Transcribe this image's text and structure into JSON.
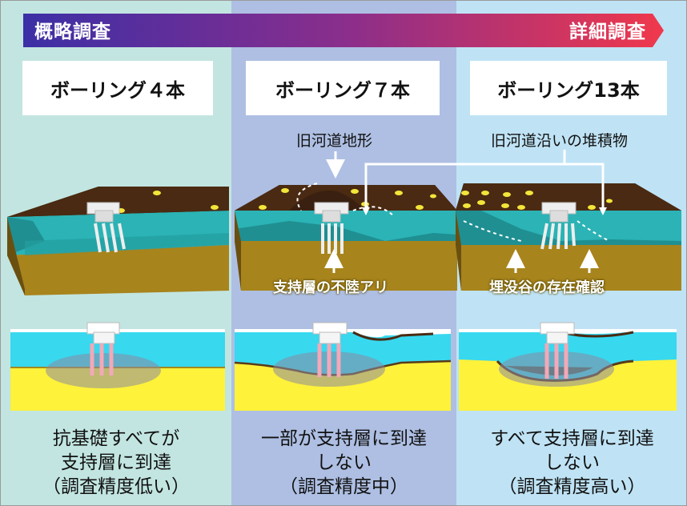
{
  "header": {
    "left_label": "概略調査",
    "right_label": "詳細調査",
    "gradient_start": "#3c2fa6",
    "gradient_end": "#f0384c"
  },
  "columns": [
    {
      "boring_label": "ボーリング４本",
      "caption_lines": [
        "抗基礎すべてが",
        "支持層に到達",
        "（調査精度低い）"
      ],
      "background": "#c2e5e1"
    },
    {
      "boring_label": "ボーリング７本",
      "top_annotation": "旧河道地形",
      "bottom_annotation": "支持層の不陸アリ",
      "caption_lines": [
        "一部が支持層に到達",
        "しない",
        "（調査精度中）"
      ],
      "background": "#aebfe3"
    },
    {
      "boring_label": "ボーリング13本",
      "top_annotation": "旧河道沿いの堆積物",
      "bottom_annotation": "埋没谷の存在確認",
      "caption_lines": [
        "すべて支持層に到達",
        "しない",
        "（調査精度高い）"
      ],
      "background": "#bfe3f5"
    }
  ],
  "colors": {
    "topsoil": "#4a2a12",
    "water_layer": "#2bb3b5",
    "support_layer": "#b08a1e",
    "section_water": "#38d8ef",
    "section_support": "#fff23a",
    "boring_dot": "#f3e53a"
  }
}
